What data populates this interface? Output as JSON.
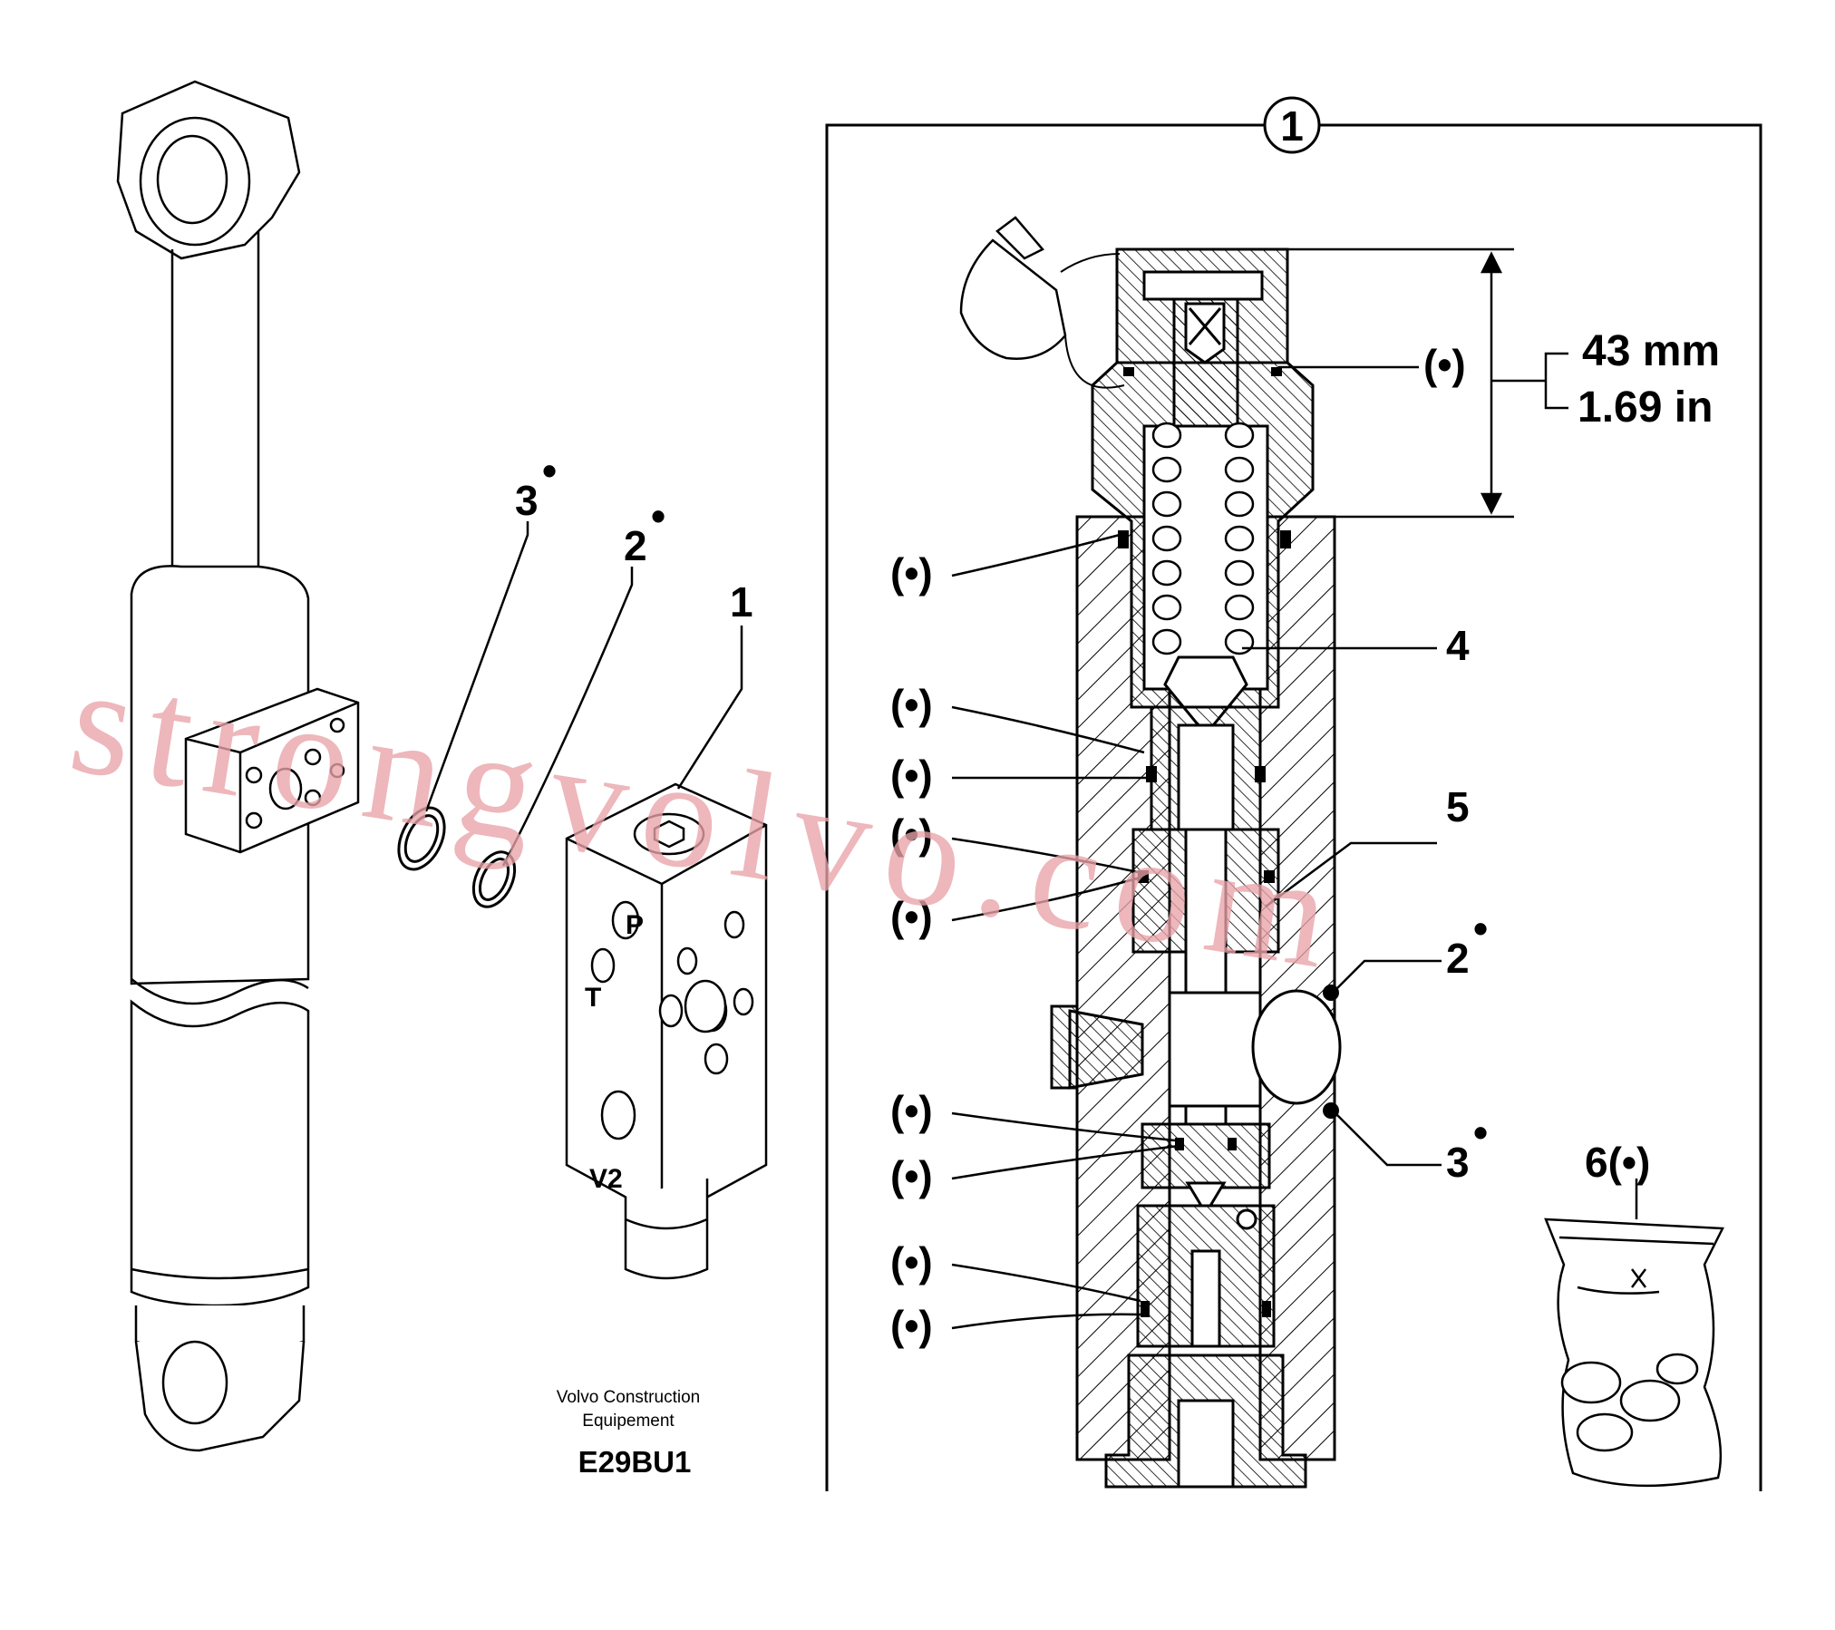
{
  "callouts": {
    "c1": "1",
    "c2": "2",
    "c3": "3",
    "c4": "4",
    "c5": "5",
    "c6": "6(•)",
    "frame_label": "1",
    "seal_marker": "(•)",
    "sup_dot": "•"
  },
  "dimension": {
    "metric": "43 mm",
    "imperial": "1.69 in"
  },
  "ports": {
    "p": "P",
    "t": "T",
    "v2": "V2"
  },
  "footer": {
    "brand_line1": "Volvo Construction",
    "brand_line2": "Equipement",
    "code": "E29BU1"
  },
  "watermark": "strongvolvo.com"
}
